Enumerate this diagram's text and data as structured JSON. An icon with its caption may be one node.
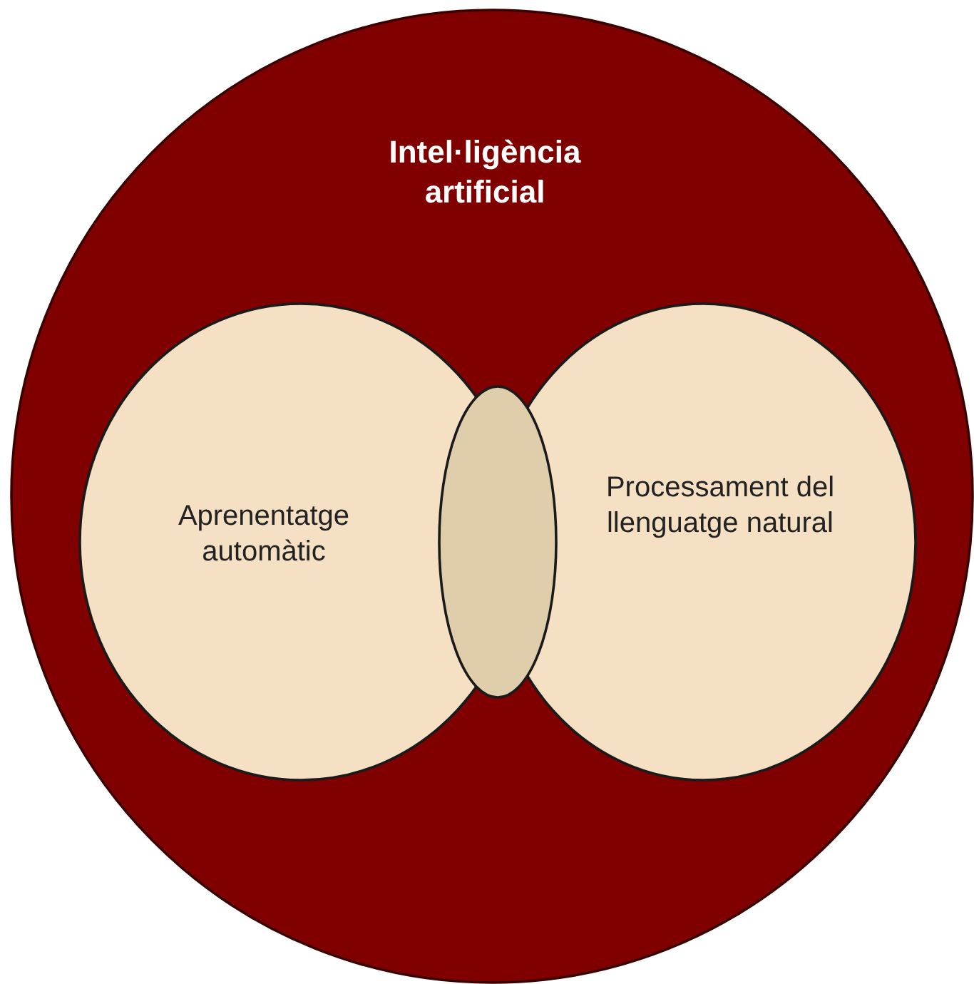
{
  "diagram": {
    "nodes": [
      {
        "text": [
          "Intel·ligència artificial"
        ]
      },
      {
        "text": [
          "Aprenentatge automàtic"
        ],
        "in": 0
      },
      {
        "text": [
          "Processament del llenguatge natural"
        ],
        "in": 0
      },
      {
        "text": [],
        "shape": "ellipse",
        "in": 0
      }
    ]
  }
}
